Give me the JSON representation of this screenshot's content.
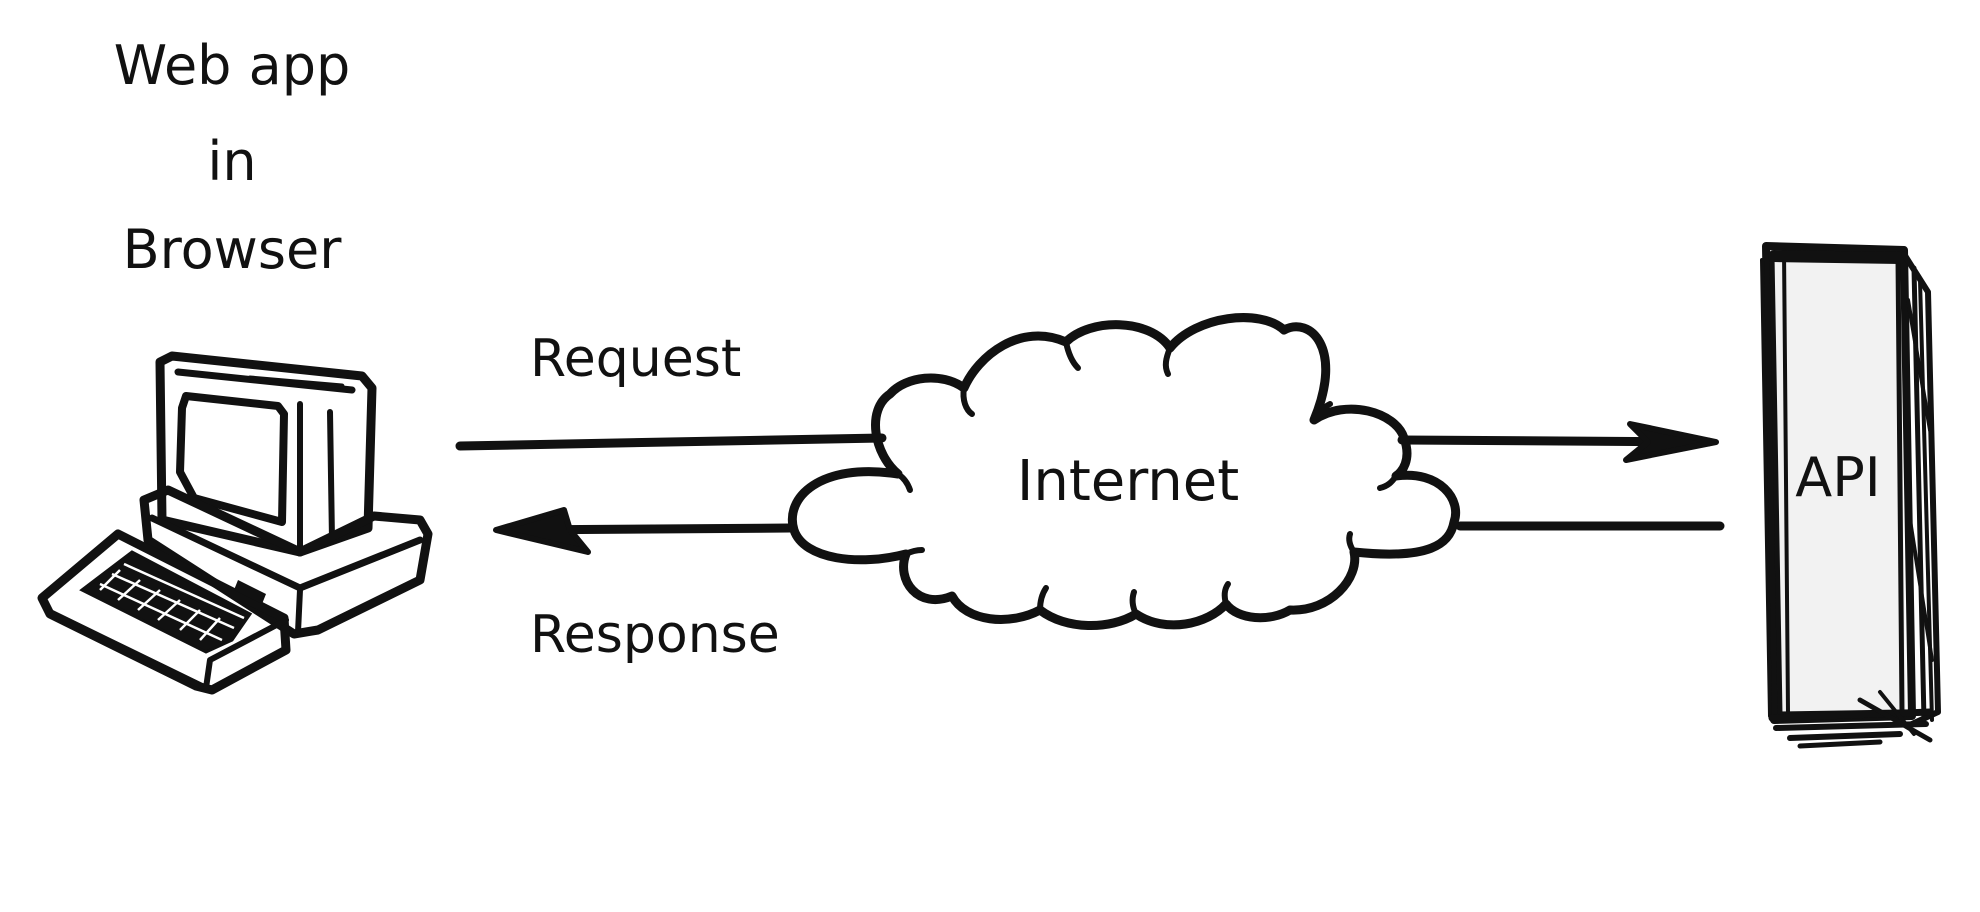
{
  "browser_label": {
    "line1": "Web app",
    "line2": "in",
    "line3": "Browser"
  },
  "request_label": "Request",
  "response_label": "Response",
  "internet_label": "Internet",
  "api_label": "API",
  "icons": {
    "computer": "computer-icon",
    "cloud": "cloud-icon",
    "server": "server-icon"
  },
  "colors": {
    "ink": "#111111",
    "background": "#ffffff",
    "server_fill": "#f2f2f2"
  }
}
